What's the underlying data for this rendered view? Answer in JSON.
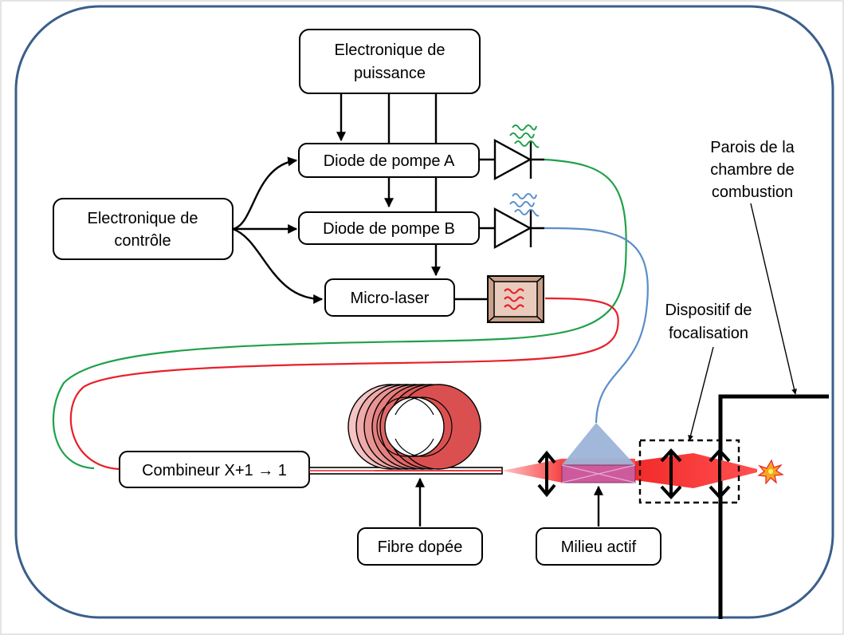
{
  "labels": {
    "power_electronics": [
      "Electronique de",
      "puissance"
    ],
    "control_electronics": [
      "Electronique de",
      "contrôle"
    ],
    "pump_a": "Diode de pompe A",
    "pump_b": "Diode de pompe B",
    "micro_laser": "Micro-laser",
    "combiner": "Combineur X+1 → 1",
    "doped_fiber": "Fibre dopée",
    "active_medium": "Milieu actif",
    "focusing": [
      "Dispositif de",
      "focalisation"
    ],
    "chamber_wall": [
      "Parois de la",
      "chambre de",
      "combustion"
    ]
  },
  "colors": {
    "frame": "#3b5e8c",
    "fiber_green": "#1fa04a",
    "fiber_blue": "#5b8ec9",
    "fiber_red": "#e8202a",
    "beam_red": "#f22a2a",
    "prism": "#9db4d8",
    "crystal": "#c45fb0",
    "laser_box": "#c9a08a"
  }
}
